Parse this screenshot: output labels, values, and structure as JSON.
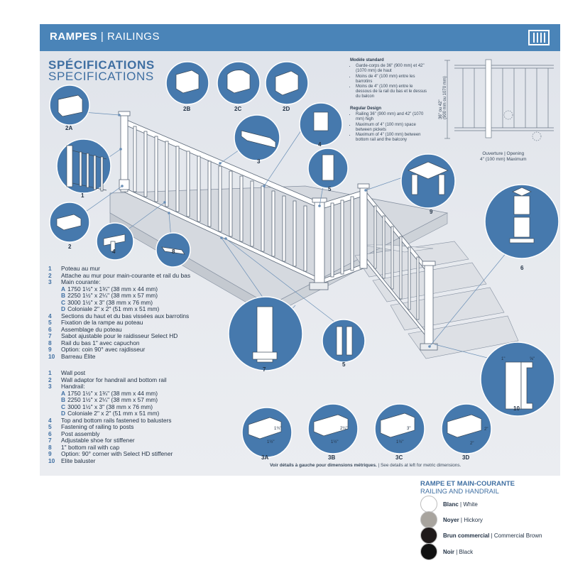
{
  "header": {
    "title_bold": "RAMPES",
    "separator": "|",
    "title": "RAILINGS"
  },
  "headings": {
    "fr": "SPÉCIFICATIONS",
    "en": "SPECIFICATIONS"
  },
  "standard_model": {
    "title": "Modèle standard",
    "items": [
      "Garde-corps de 36\" (900 mm) et 42\" (1070 mm) de haut",
      "Moins de 4\" (100 mm) entre les barrotins",
      "Moins de 4\" (100 mm) entre le dessous de la rail du bas et le dessus du balcon"
    ]
  },
  "regular_design": {
    "title": "Regular Design",
    "items": [
      "Railing 36\" (900 mm) and 42\" (1070 mm) high",
      "Maximum of 4\" (100 mm) space between pickets",
      "Maximum of 4\" (100 mm) between bottom rail and the balcony"
    ]
  },
  "measurement": {
    "height": "36\" ou 42\"",
    "height_metric": "(900 mm ou 1070 mm)",
    "opening": "Ouverture | Opening",
    "opening_value": "4\" (100 mm) Maximum"
  },
  "callouts": [
    "2A",
    "2B",
    "2C",
    "2D",
    "1",
    "2",
    "3",
    "4",
    "4",
    "5",
    "5",
    "6",
    "7",
    "8",
    "9",
    "10",
    "3A",
    "3B",
    "3C",
    "3D"
  ],
  "profile_dims": {
    "3A": [
      "1¾\"",
      "1½\""
    ],
    "3B": [
      "2¼\"",
      "1½\""
    ],
    "3C": [
      "3\"",
      "1½\""
    ],
    "3D": [
      "2\"",
      "2\""
    ],
    "10": [
      "1\"",
      "⅝\""
    ]
  },
  "legend_fr": [
    {
      "num": "1",
      "text": "Poteau au mur"
    },
    {
      "num": "2",
      "text": "Attache au mur pour main-courante et rail du bas"
    },
    {
      "num": "3",
      "text": "Main courante:"
    },
    {
      "letter": "A",
      "text": "1750 1½\" x 1¾\" (38 mm x 44 mm)"
    },
    {
      "letter": "B",
      "text": "2250 1½\" x 2¼\" (38 mm x 57 mm)"
    },
    {
      "letter": "C",
      "text": "3000 1½\" x 3\" (38 mm x 76 mm)"
    },
    {
      "letter": "D",
      "text": "Coloniale 2\" x 2\" (51 mm x 51 mm)"
    },
    {
      "num": "4",
      "text": "Sections du haut et du bas vissées aux barrotins"
    },
    {
      "num": "5",
      "text": "Fixation de la rampe au poteau"
    },
    {
      "num": "6",
      "text": "Assemblage du poteau"
    },
    {
      "num": "7",
      "text": "Sabot ajustable pour le raidisseur Select HD"
    },
    {
      "num": "8",
      "text": "Rail du bas 1\" avec capuchon"
    },
    {
      "num": "9",
      "text": "Option: coin 90° avec rajdisseur"
    },
    {
      "num": "10",
      "text": "Barreau Élite"
    }
  ],
  "legend_en": [
    {
      "num": "1",
      "text": "Wall post"
    },
    {
      "num": "2",
      "text": "Wall adaptor for handrail and bottom rail"
    },
    {
      "num": "3",
      "text": "Handrail:"
    },
    {
      "letter": "A",
      "text": "1750 1½\" x 1¾\" (38 mm x 44 mm)"
    },
    {
      "letter": "B",
      "text": "2250 1½\" x 2¼\" (38 mm x 57 mm)"
    },
    {
      "letter": "C",
      "text": "3000 1½\" x 3\" (38 mm x 76 mm)"
    },
    {
      "letter": "D",
      "text": "Coloniale 2\" x 2\" (51 mm x 51 mm)"
    },
    {
      "num": "4",
      "text": "Top and bottom rails fastened to balusters"
    },
    {
      "num": "5",
      "text": "Fastening of railing to posts"
    },
    {
      "num": "6",
      "text": "Post assembly"
    },
    {
      "num": "7",
      "text": "Adjustable shoe for stiffener"
    },
    {
      "num": "8",
      "text": "1\" bottom rail with cap"
    },
    {
      "num": "9",
      "text": "Option: 90° corner with Select HD stiffener"
    },
    {
      "num": "10",
      "text": "Elite baluster"
    }
  ],
  "footer_note": {
    "fr": "Voir détails à gauche pour dimensions métriques.",
    "en": "See details at left for metric dimensions."
  },
  "colors_section": {
    "title_fr": "RAMPE ET MAIN-COURANTE",
    "title_en": "RAILING AND HANDRAIL",
    "items": [
      {
        "fr": "Blanc",
        "en": "White",
        "color": "#ffffff"
      },
      {
        "fr": "Noyer",
        "en": "Hickory",
        "color": "#a8a49e"
      },
      {
        "fr": "Brun commercial",
        "en": "Commercial Brown",
        "color": "#1f1a1a"
      },
      {
        "fr": "Noir",
        "en": "Black",
        "color": "#111111"
      }
    ]
  },
  "theme": {
    "banner": "#4a84b8",
    "heading": "#3f6fa2",
    "bubble": "#3f77ac",
    "panel": "#e3e6eb"
  }
}
